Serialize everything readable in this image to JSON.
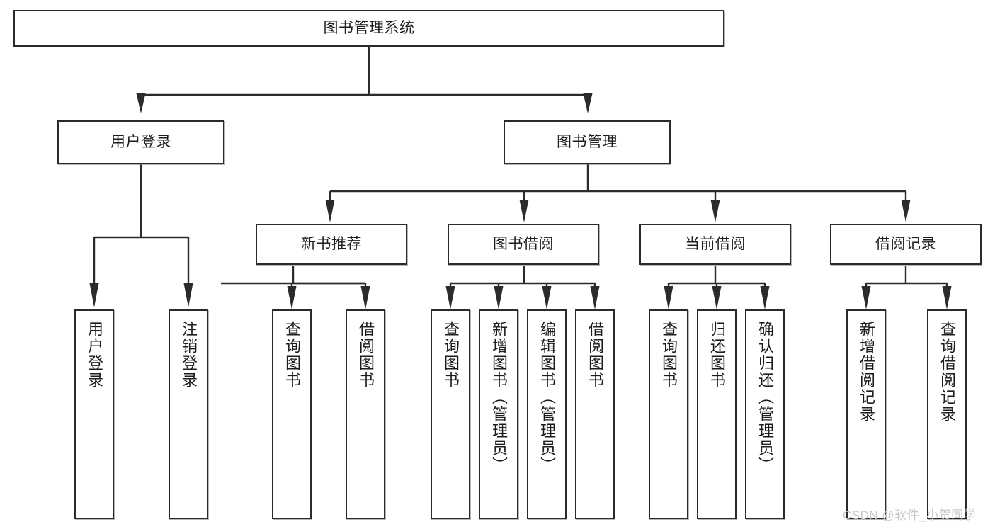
{
  "diagram": {
    "type": "hierarchy-tree",
    "title_node": {
      "label": "图书管理系统"
    },
    "level2": [
      {
        "id": "user-login",
        "label": "用户登录"
      },
      {
        "id": "book-management",
        "label": "图书管理"
      }
    ],
    "level3": [
      {
        "id": "new-book-recommend",
        "label": "新书推荐",
        "parent": "book-management"
      },
      {
        "id": "book-borrow",
        "label": "图书借阅",
        "parent": "book-management"
      },
      {
        "id": "current-borrow",
        "label": "当前借阅",
        "parent": "book-management"
      },
      {
        "id": "borrow-record",
        "label": "借阅记录",
        "parent": "book-management"
      }
    ],
    "leaves": [
      {
        "id": "leaf-user-login",
        "label": "用户登录",
        "parent": "user-login"
      },
      {
        "id": "leaf-logout-login",
        "label": "注销登录",
        "parent": "user-login"
      },
      {
        "id": "leaf-query-book-1",
        "label": "查询图书",
        "parent": "new-book-recommend"
      },
      {
        "id": "leaf-borrow-book-1",
        "label": "借阅图书",
        "parent": "new-book-recommend"
      },
      {
        "id": "leaf-query-book-2",
        "label": "查询图书",
        "parent": "book-borrow"
      },
      {
        "id": "leaf-add-book",
        "label": "新增图书（管理员）",
        "parent": "book-borrow"
      },
      {
        "id": "leaf-edit-book",
        "label": "编辑图书（管理员）",
        "parent": "book-borrow"
      },
      {
        "id": "leaf-borrow-book-2",
        "label": "借阅图书",
        "parent": "book-borrow"
      },
      {
        "id": "leaf-query-book-3",
        "label": "查询图书",
        "parent": "current-borrow"
      },
      {
        "id": "leaf-return-book",
        "label": "归还图书",
        "parent": "current-borrow"
      },
      {
        "id": "leaf-confirm-return",
        "label": "确认归还（管理员）",
        "parent": "current-borrow"
      },
      {
        "id": "leaf-add-record",
        "label": "新增借阅记录",
        "parent": "borrow-record"
      },
      {
        "id": "leaf-query-record",
        "label": "查询借阅记录",
        "parent": "borrow-record"
      }
    ]
  },
  "watermark": {
    "text": "CSDN @软件_小贺同学"
  },
  "colors": {
    "stroke": "#2b2b2b",
    "background": "#ffffff",
    "text": "#1d1d1d",
    "watermark": "#c9c9c9"
  }
}
